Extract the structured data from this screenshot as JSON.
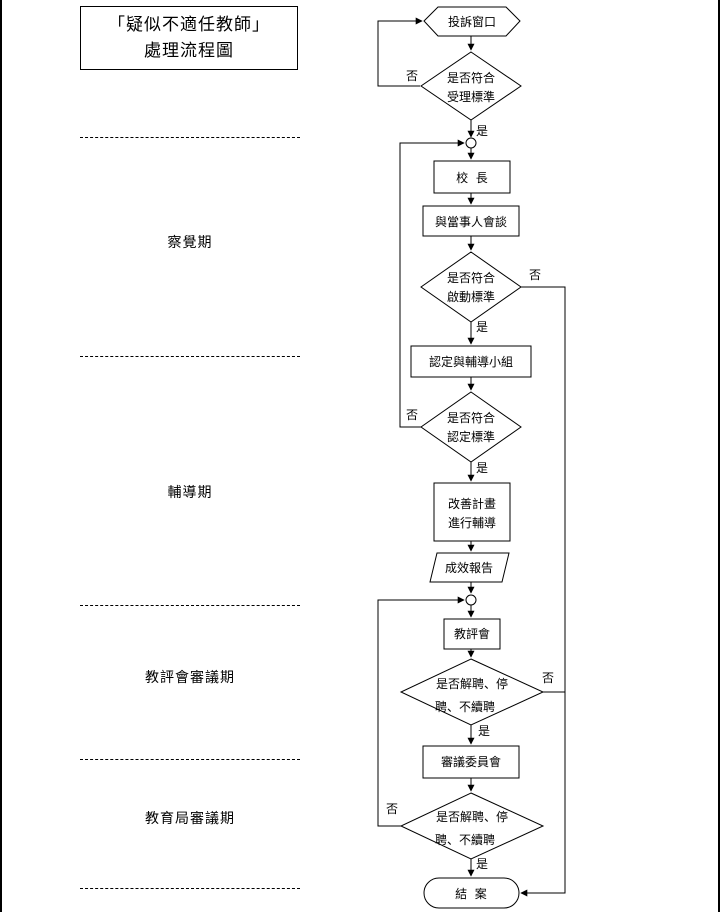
{
  "title": {
    "line1": "「疑似不適任教師」",
    "line2": "處理流程圖"
  },
  "phases": {
    "observation": "察覺期",
    "counseling": "輔導期",
    "review_committee": "教評會審議期",
    "education_bureau": "教育局審議期"
  },
  "nodes": {
    "complaint_window": "投訴窗口",
    "decision_acceptance": [
      "是否符合",
      "受理標準"
    ],
    "principal": "校  長",
    "meeting": "與當事人會談",
    "decision_start": [
      "是否符合",
      "啟動標準"
    ],
    "group": "認定與輔導小組",
    "decision_identification": [
      "是否符合",
      "認定標準"
    ],
    "improvement_plan": [
      "改善計畫",
      "進行輔導"
    ],
    "report": "成效報告",
    "committee": "教評會",
    "decision_dismissal_1": [
      "是否解聘、停",
      "聘、不續聘"
    ],
    "review_committee": "審議委員會",
    "decision_dismissal_2": [
      "是否解聘、停",
      "聘、不續聘"
    ],
    "end": "結  案"
  },
  "labels": {
    "yes": "是",
    "no": "否"
  }
}
